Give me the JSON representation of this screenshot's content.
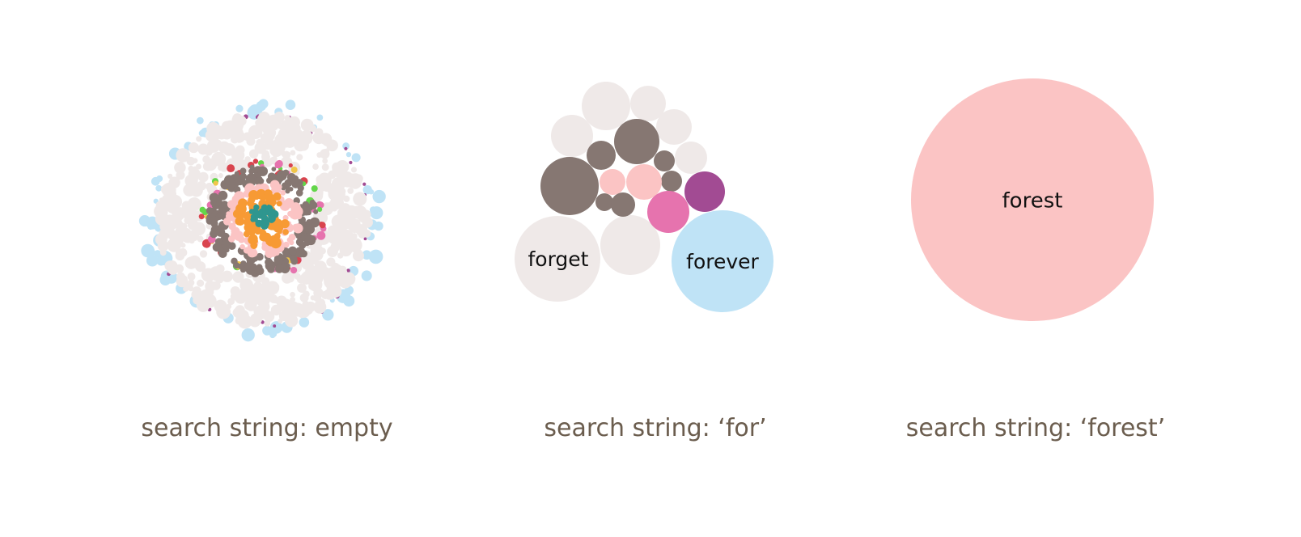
{
  "colors": {
    "light_gray": "#efe9e8",
    "dark_taupe": "#867772",
    "light_pink": "#fbc4c4",
    "hot_pink": "#e673ae",
    "purple": "#a24b93",
    "light_blue": "#bfe3f6",
    "orange": "#f79a34",
    "teal": "#2f968f",
    "red": "#d9444e",
    "yellow": "#f0c64a",
    "green": "#63d64a",
    "caption_text": "#6b5d4e"
  },
  "panels": [
    {
      "id": "empty",
      "caption": "search string: empty",
      "words": []
    },
    {
      "id": "for",
      "caption": "search string:  ‘for’",
      "words": [
        {
          "text": "forget",
          "color": "light_gray"
        },
        {
          "text": "forever",
          "color": "light_blue"
        }
      ]
    },
    {
      "id": "forest",
      "caption": "search string: ‘forest’",
      "words": [
        {
          "text": "forest",
          "color": "light_pink"
        }
      ]
    }
  ]
}
